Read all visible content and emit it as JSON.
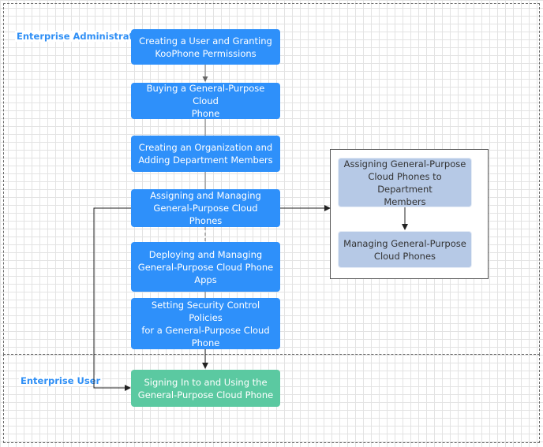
{
  "lanes": {
    "admin_label": "Enterprise Administrator",
    "user_label": "Enterprise User"
  },
  "steps": [
    "Creating a User and Granting\nKooPhone Permissions",
    "Buying a General-Purpose Cloud\nPhone",
    "Creating an Organization and\nAdding Department Members",
    "Assigning and Managing\nGeneral-Purpose Cloud Phones",
    "Deploying and Managing\nGeneral-Purpose Cloud Phone\nApps",
    "Setting Security Control Policies\nfor a General-Purpose Cloud\nPhone"
  ],
  "user_step": "Signing In to and Using the\nGeneral-Purpose Cloud Phone",
  "sub_steps": [
    "Assigning General-Purpose\nCloud Phones to Department\nMembers",
    "Managing General-Purpose\nCloud Phones"
  ],
  "colors": {
    "step": "#2e90fa",
    "user_step": "#5bc9a1",
    "sub_step": "#b6c9e6",
    "lane_label": "#2f8ff5"
  }
}
